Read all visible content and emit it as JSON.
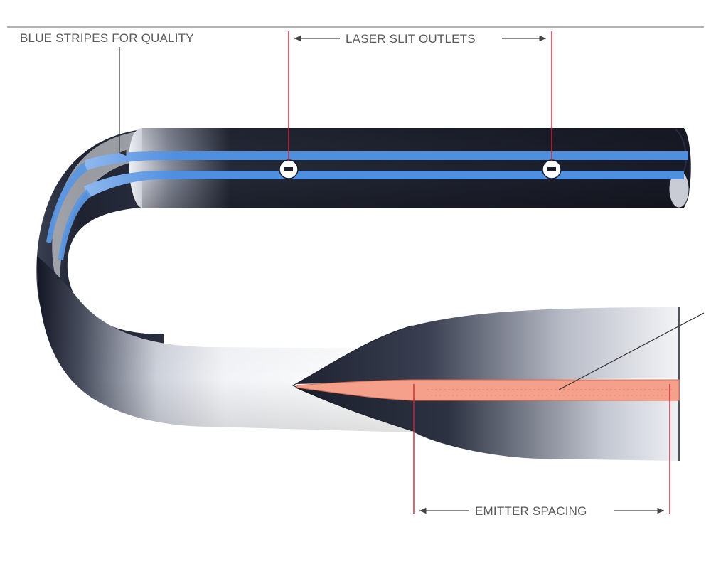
{
  "labels": {
    "blue_stripes": "BLUE STRIPES FOR QUALITY",
    "laser_slit_outlets": "LASER SLIT OUTLETS",
    "emitter_spacing": "EMITTER SPACING"
  },
  "colors": {
    "tape_dark": "#1c1f2c",
    "tape_light": "#e6e8ee",
    "blue_stripe": "#4f8fe0",
    "emitter": "#f5a08a",
    "dimension_line": "#d0243a",
    "label_text": "#5a5a5a"
  },
  "icons": {
    "outlet_marker": "outlet-hole-icon",
    "arrow": "arrow-icon"
  }
}
